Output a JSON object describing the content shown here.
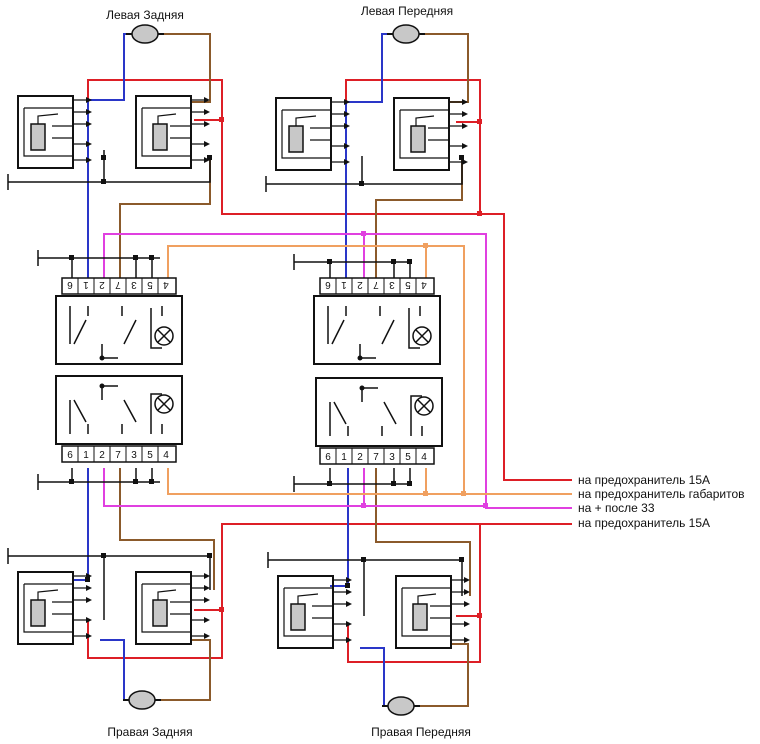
{
  "motors": {
    "left_rear": "Левая Задняя",
    "left_front": "Левая  Передняя",
    "right_rear": "Правая Задняя",
    "right_front": "Правая Передняя"
  },
  "connections": [
    "на предохранитель 15А",
    "на предохранитель габаритов",
    "на + после 33",
    "на предохранитель 15А"
  ],
  "switch_pins": {
    "top": [
      "6",
      "1",
      "2",
      "7",
      "3",
      "5",
      "4"
    ],
    "bottom": [
      "6",
      "1",
      "2",
      "7",
      "3",
      "5",
      "4"
    ]
  },
  "wire_colors": {
    "red": "#dd1f26",
    "blue": "#2a36c8",
    "brown": "#8b5a2b",
    "magenta": "#e040e0",
    "orange": "#f0a060",
    "black": "#111111"
  }
}
